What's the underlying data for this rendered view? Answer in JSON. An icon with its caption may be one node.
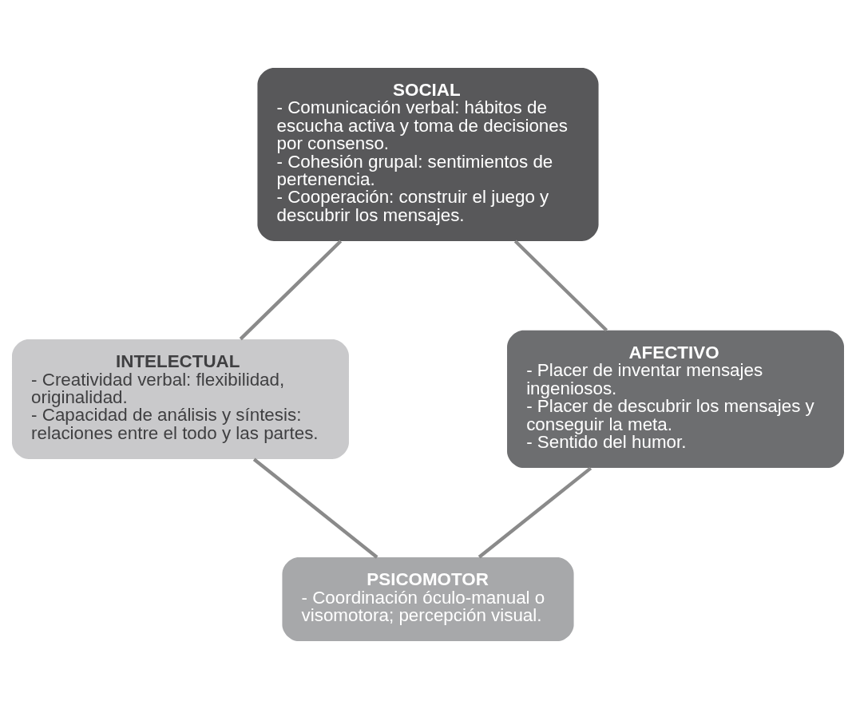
{
  "diagram": {
    "nodes": [
      {
        "text": [
          "SOCIAL",
          "- Comunicación verbal: hábitos de escucha activa y toma de decisiones por consenso.",
          "- Cohesión grupal: sentimientos de pertenencia.",
          "- Cooperación: construir el juego y descubrir los mensajes."
        ]
      },
      {
        "text": [
          "INTELECTUAL",
          "- Creatividad verbal: flexibilidad, originalidad.",
          "- Capacidad de análisis y síntesis: relaciones entre el todo y las partes."
        ]
      },
      {
        "text": [
          "AFECTIVO",
          "- Placer de inventar mensajes ingeniosos.",
          "- Placer de descubrir los mensajes y conseguir la meta.",
          "- Sentido del humor."
        ]
      },
      {
        "text": [
          "PSICOMOTOR",
          "- Coordinación óculo-manual o visomotora; percepción visual."
        ]
      }
    ],
    "edges": [
      {
        "from": 0,
        "to": 2,
        "arrow": "none"
      },
      {
        "from": 2,
        "to": 3,
        "arrow": "none"
      },
      {
        "from": 3,
        "to": 1,
        "arrow": "none"
      },
      {
        "from": 1,
        "to": 0,
        "arrow": "none"
      }
    ]
  }
}
